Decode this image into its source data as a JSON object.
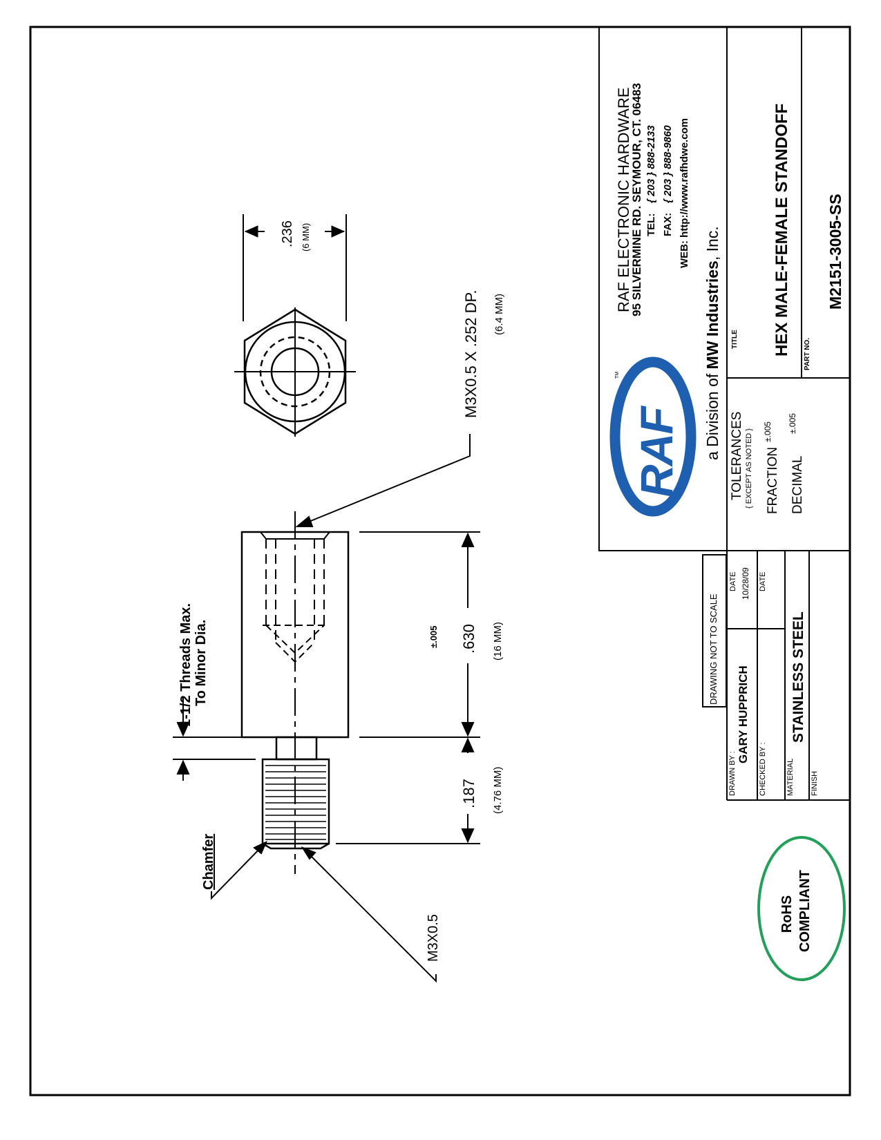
{
  "company": {
    "name": "RAF ELECTRONIC HARDWARE",
    "address": "95 SILVERMINE RD. SEYMOUR, CT. 06483",
    "tel_label": "TEL:",
    "tel": "{ 203 } 888-2133",
    "fax_label": "FAX:",
    "fax": "{ 203 } 888-9860",
    "web": "WEB: http://www.rafhdwe.com",
    "division_prefix": "a Division of",
    "division_name": "MW Industries",
    "division_suffix": ", Inc.",
    "logo": "RAF",
    "tm": "TM"
  },
  "title_block": {
    "title_label": "TITLE",
    "title": "HEX MALE-FEMALE STANDOFF",
    "part_no_label": "PART NO.",
    "part_no": "M2151-3005-SS",
    "tolerances": "TOLERANCES",
    "except_note": "{ EXCEPT AS NOTED }",
    "fraction_label": "FRACTION",
    "fraction_value": "±.005",
    "decimal_label": "DECIMAL",
    "decimal_value": "±.005",
    "not_to_scale": "DRAWING NOT TO SCALE",
    "drawn_by_label": "DRAWN BY :",
    "drawn_by": "GARY HUPPRICH",
    "date_label": "DATE",
    "drawn_date": "10/28/09",
    "checked_by_label": "CHECKED BY :",
    "checked_date_label": "DATE",
    "material_label": "MATERIAL",
    "material": "STAINLESS STEEL",
    "finish_label": "FINISH"
  },
  "dimensions": {
    "hex_width": ".236",
    "hex_width_mm": "(6 MM)",
    "thread_callout": "M3X0.5  X  .252  DP.",
    "thread_depth_mm": "(6.4 MM)",
    "body_length_tol": "±.005",
    "body_length": ".630",
    "body_length_mm": "(16 MM)",
    "stud_length": ".187",
    "stud_length_mm": "(4.76 MM)",
    "thread_note_1": "1-1/2 Threads Max.",
    "thread_note_2": "To Minor Dia.",
    "chamfer": "Chamfer",
    "stud_thread": "M3X0.5"
  },
  "rohs": {
    "line1": "RoHS",
    "line2": "COMPLIANT",
    "color": "#22a05a"
  },
  "colors": {
    "logo_blue": "#1f5fb0",
    "ink": "#000000"
  }
}
